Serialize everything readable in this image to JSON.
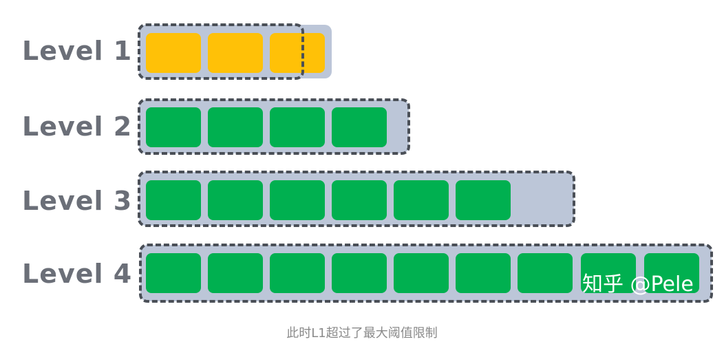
{
  "levels": [
    {
      "label": "Level 1",
      "blocks": 3,
      "block_color": "#ffc107",
      "extra_block_behind": true
    },
    {
      "label": "Level 2",
      "blocks": 4,
      "block_color": "#00b050"
    },
    {
      "label": "Level 3",
      "blocks": 6,
      "block_color": "#00b050"
    },
    {
      "label": "Level 4",
      "blocks": 9,
      "block_color": "#00b050"
    }
  ],
  "colors": {
    "capacity_bg": "#bcc6d8",
    "limit_border": "#4a4f57",
    "label": "#6b6f78"
  },
  "watermark": "知乎 @Pele",
  "caption": "此时L1超过了最大阈值限制"
}
